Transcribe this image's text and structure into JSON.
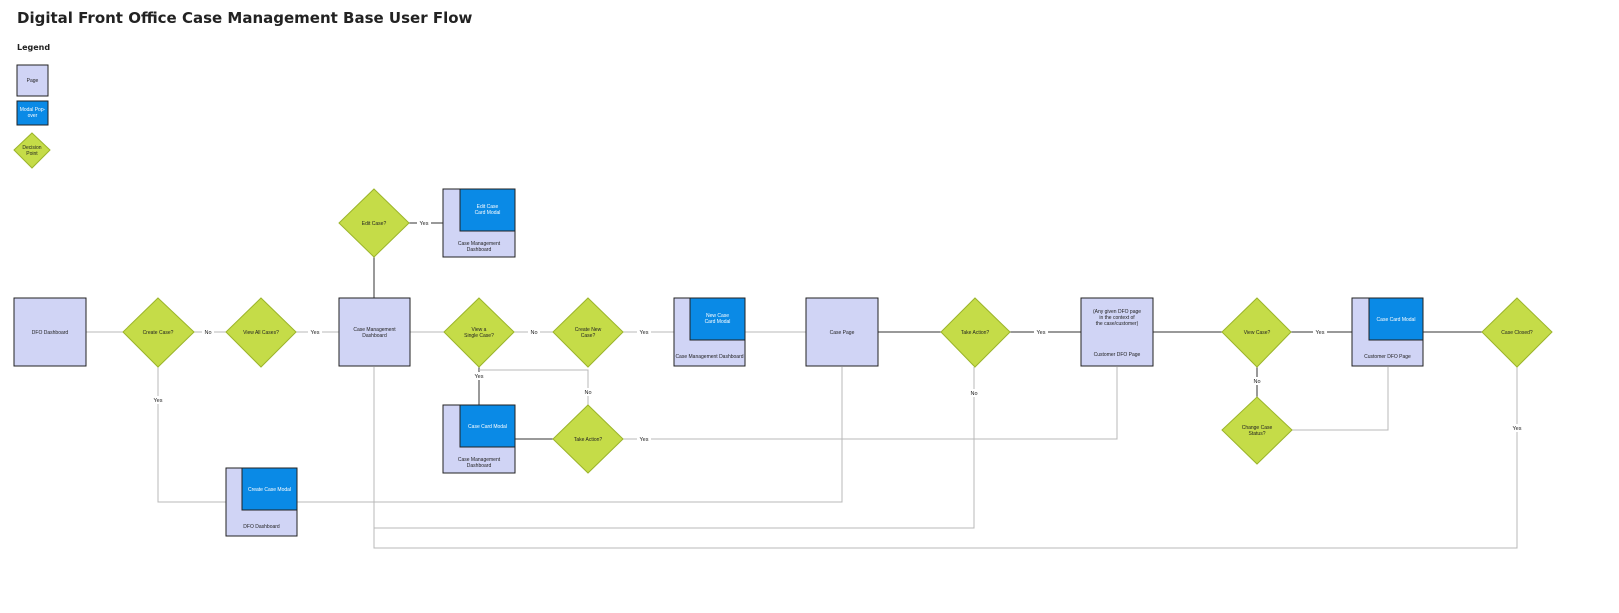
{
  "title": "Digital Front Office Case Management Base User Flow",
  "legend": {
    "title": "Legend",
    "page": "Page",
    "modal": [
      "Modal Pop-",
      "over"
    ],
    "decision": [
      "Decision",
      "Point"
    ]
  },
  "colors": {
    "page": "#d0d4f5",
    "modal": "#0a8ae6",
    "decision": "#c5dc48",
    "connector": "#b8b8b8"
  },
  "nodes": {
    "dfo_dashboard": "DFO Dashboard",
    "create_case_q": "Create Case?",
    "view_all_cases_q": "View All Cases?",
    "cm_dashboard": [
      "Case Management",
      "Dashboard"
    ],
    "edit_case_q": "Edit Case?",
    "edit_case_modal": [
      "Edit Case",
      "Card Modal"
    ],
    "edit_case_page": [
      "Case Management",
      "Dashboard"
    ],
    "view_single_case_q": [
      "View a",
      "Single Case?"
    ],
    "create_new_case_q": [
      "Create New",
      "Case?"
    ],
    "new_case_modal": [
      "New Case",
      "Card Modal"
    ],
    "new_case_page": "Case Management Dashboard",
    "case_card_modal_1": "Case Card Modal",
    "case_card_page_1": [
      "Case Management",
      "Dashboard"
    ],
    "take_action_q_1": "Take Action?",
    "create_case_modal": "Create Case Modal",
    "create_case_page": "DFO Dashboard",
    "case_page": "Case Page",
    "take_action_q_2": "Take Action?",
    "customer_dfo_page": [
      "(Any given DFO page",
      "in the context of",
      "the case/customer)"
    ],
    "customer_dfo_page_label": "Customer DFO Page",
    "view_case_q": "View Case?",
    "case_card_modal_2": "Case Card Modal",
    "case_card_page_2": "Customer DFO Page",
    "change_case_status_q": [
      "Change Case",
      "Status?"
    ],
    "case_closed_q": "Case Closed?"
  },
  "edges": {
    "no": "No",
    "yes": "Yes"
  }
}
